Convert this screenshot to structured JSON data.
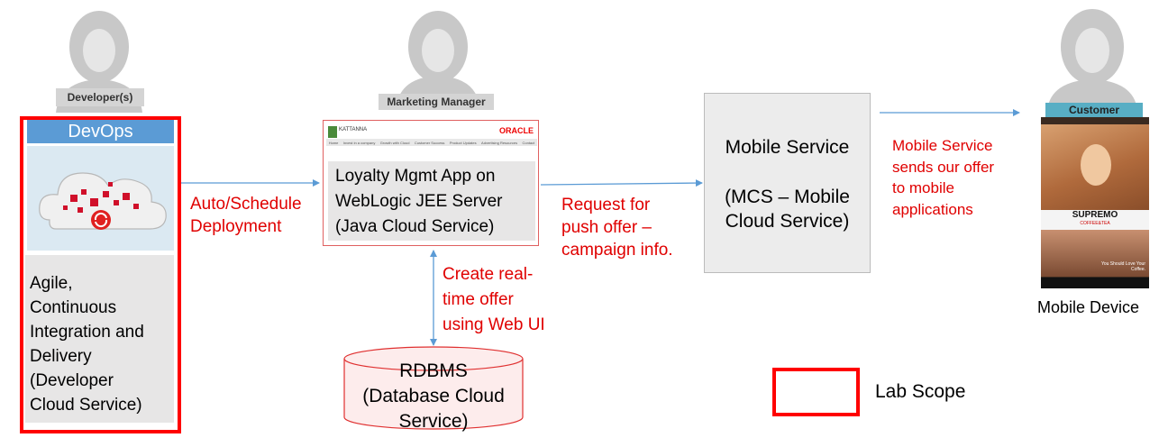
{
  "persons": {
    "developer": {
      "label": "Developer(s)",
      "icon": "person-female-icon"
    },
    "marketing": {
      "label": "Marketing Manager",
      "icon": "person-female-icon"
    },
    "customer": {
      "label": "Customer",
      "icon": "person-female-icon"
    }
  },
  "devops": {
    "title": "DevOps",
    "description_lines": [
      "Agile,",
      "Continuous",
      "Integration and",
      "Delivery",
      "(Developer",
      "Cloud Service)"
    ]
  },
  "app": {
    "header_logo": "KATTANNA",
    "header_brand": "ORACLE",
    "nav_items": [
      "Home",
      "Invest in a company",
      "Growth with Cloud",
      "Customer Success",
      "Product Updates",
      "Advertising Resources",
      "Contact"
    ],
    "title_lines": [
      "Loyalty Mgmt App on",
      "WebLogic JEE Server",
      "(Java Cloud Service)"
    ]
  },
  "mobile_service": {
    "line1": "Mobile Service",
    "line2": "(MCS – Mobile",
    "line3": "Cloud Service)"
  },
  "database": {
    "lines": [
      "RDBMS",
      "(Database Cloud",
      "Service)"
    ]
  },
  "edges": {
    "deploy": [
      "Auto/Schedule",
      "Deployment"
    ],
    "request": [
      "Request for",
      "push offer –",
      "campaign info."
    ],
    "create": [
      "Create real-",
      "time offer",
      "using Web UI"
    ],
    "send": [
      "Mobile Service",
      "sends our offer",
      "to mobile",
      "applications"
    ]
  },
  "device": {
    "label": "Mobile Device",
    "brand": "SUPREMO",
    "brand_sub": "COFFEE&TEA",
    "tagline": "You Should Love Your Coffee."
  },
  "legend": {
    "label": "Lab Scope"
  },
  "colors": {
    "accent_red": "#ff0000",
    "text_red": "#e00000",
    "devops_blue": "#5b9bd5",
    "arrow_blue": "#5b9bd5"
  }
}
